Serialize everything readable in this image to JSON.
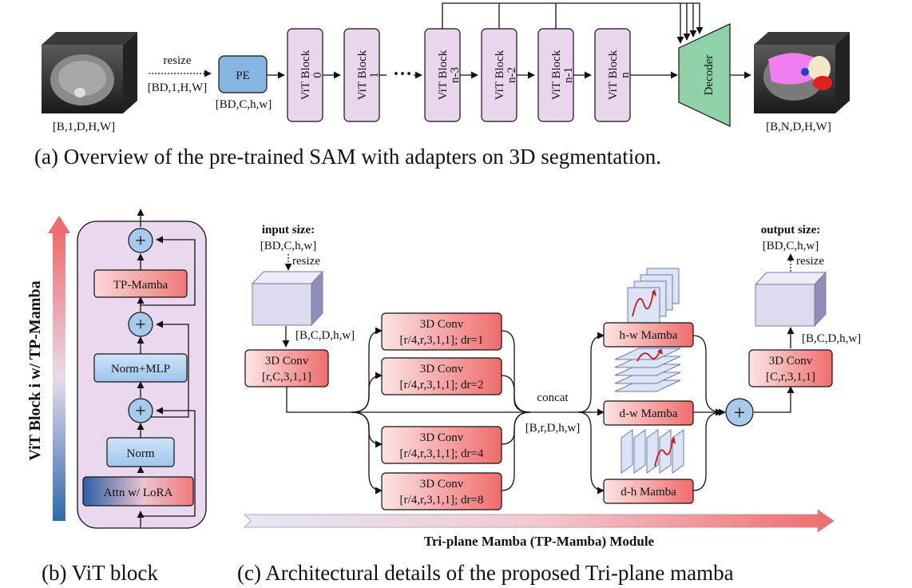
{
  "panel_a": {
    "input_shape": "[B,1,D,H,W]",
    "resize_label": "resize",
    "resize_shape": "[BD,1,H,W]",
    "pe_label": "PE",
    "pe_shape": "[BD,C,h,w]",
    "vit_blocks": [
      {
        "title": "ViT Block",
        "index": "0"
      },
      {
        "title": "ViT Block",
        "index": "1"
      },
      {
        "title": "ViT Block",
        "index": "n-3"
      },
      {
        "title": "ViT Block",
        "index": "n-2"
      },
      {
        "title": "ViT Block",
        "index": "n-1"
      },
      {
        "title": "ViT Block",
        "index": "n"
      }
    ],
    "ellipsis": "···",
    "decoder_label": "Decoder",
    "output_shape": "[B,N,D,H,W]",
    "caption": "(a) Overview of the pre-trained SAM with adapters on 3D segmentation."
  },
  "panel_b": {
    "side_label": "ViT Block i w/ TP-Mamba",
    "tp_mamba": "TP-Mamba",
    "norm_mlp": "Norm+MLP",
    "norm": "Norm",
    "attn": "Attn w/ LoRA",
    "plus": "+",
    "caption": "(b) ViT block"
  },
  "panel_c": {
    "input_size_label": "input size:",
    "input_size_value": "[BD,C,h,w]",
    "resize_in": "resize",
    "shape_in": "[B,C,D,h,w]",
    "conv_in_title": "3D Conv",
    "conv_in_params": "[r,C,3,1,1]",
    "conv_branches": [
      {
        "title": "3D Conv",
        "params": "[r/4,r,3,1,1]; dr=1"
      },
      {
        "title": "3D Conv",
        "params": "[r/4,r,3,1,1]; dr=2"
      },
      {
        "title": "3D Conv",
        "params": "[r/4,r,3,1,1]; dr=4"
      },
      {
        "title": "3D Conv",
        "params": "[r/4,r,3,1,1]; dr=8"
      }
    ],
    "concat_label": "concat",
    "concat_shape": "[B,r,D,h,w]",
    "mambas": [
      "h-w Mamba",
      "d-w Mamba",
      "d-h Mamba"
    ],
    "plus": "+",
    "conv_out_title": "3D Conv",
    "conv_out_params": "[C,r,3,1,1]",
    "shape_out": "[B,C,D,h,w]",
    "resize_out": "resize",
    "output_size_label": "output size:",
    "output_size_value": "[BD,C,h,w]",
    "module_label": "Tri-plane Mamba (TP-Mamba) Module",
    "caption": "(c) Architectural details of the proposed Tri-plane mamba"
  },
  "colors": {
    "vit_fill": "#ead6ec",
    "pe_fill": "#86b6e2",
    "decoder_fill": "#8fd2a8",
    "red_light": "#fbdada",
    "red": "#f07474",
    "blue_node": "#a6c9ec",
    "blue_box": "#b4d4f2",
    "dark_blue": "#2a63a8",
    "cube_front": "#dcdcee",
    "panel_b_bg": "#ead8ee"
  }
}
